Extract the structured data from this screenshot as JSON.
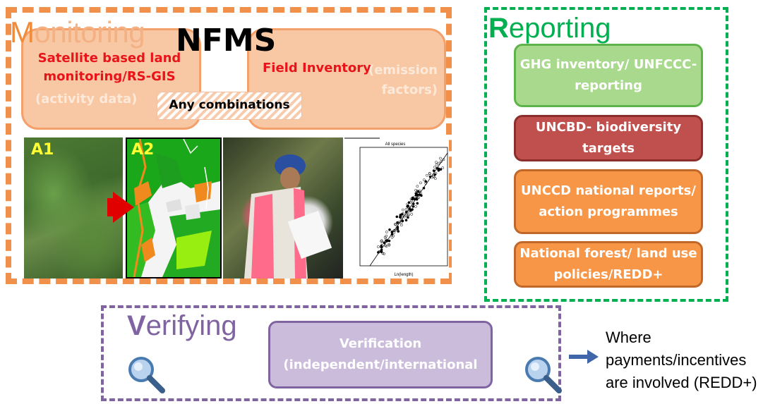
{
  "monitoring": {
    "title_cap": "M",
    "title_rest": "onitoring",
    "nfms": "NFMS",
    "satellite_title": "Satellite based land monitoring/RS-GIS",
    "satellite_sub": "(activity data)",
    "field_title": "Field Inventory",
    "field_sub": "(emission factors)",
    "combination": "Any combinations",
    "image_a1": "A1",
    "image_a2": "A2",
    "plot_title": "All species",
    "plot_xlabel": "Ln(length)"
  },
  "reporting": {
    "title_cap": "R",
    "title_rest": "eporting",
    "boxes": [
      "GHG inventory/ UNFCCC-reporting",
      "UNCBD- biodiversity targets",
      "UNCCD national reports/ action programmes",
      "National forest/ land use policies/REDD+"
    ]
  },
  "verifying": {
    "title_cap": "V",
    "title_rest": "erifying",
    "box": "Verification (independent/international",
    "note_lines": [
      "Where",
      "payments/incentives",
      "are involved (REDD+)"
    ]
  },
  "colors": {
    "monitoring": "#f0904a",
    "reporting": "#00b050",
    "verifying": "#8064a2",
    "accent_red": "#e8141a"
  }
}
